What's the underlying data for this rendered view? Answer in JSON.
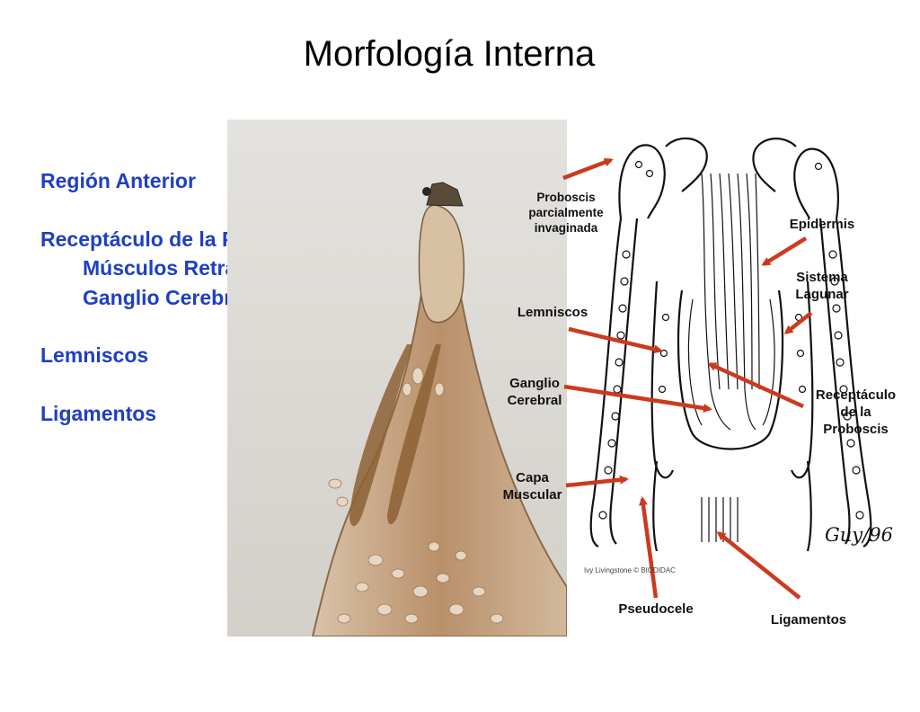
{
  "title": "Morfología Interna",
  "outline": {
    "region_anterior": "Región Anterior",
    "receptaculo": "Receptáculo de la Probosis",
    "musculos": "Músculos Retractores",
    "ganglio": "Ganglio Cerebral",
    "lemniscos": "Lemniscos",
    "ligamentos": "Ligamentos"
  },
  "labels": {
    "proboscis": "Proboscis\nparcialmente\ninvaginada",
    "lemniscos": "Lemniscos",
    "ganglio": "Ganglio\nCerebral",
    "capa": "Capa\nMuscular",
    "pseudocele": "Pseudocele",
    "ligamentos": "Ligamentos",
    "epidermis": "Epidermis",
    "sistema": "Sistema\nLagunar",
    "receptaculo": "Receptáculo\nde la\nProboscis"
  },
  "signature": "Guy/96",
  "credit": "Ivy Livingstone © BIODIDAC",
  "colors": {
    "outline_text": "#1f3fc2",
    "arrow": "#cc3a1e",
    "photo_bg": "#d8d5d0",
    "specimen": "#b9906a"
  }
}
